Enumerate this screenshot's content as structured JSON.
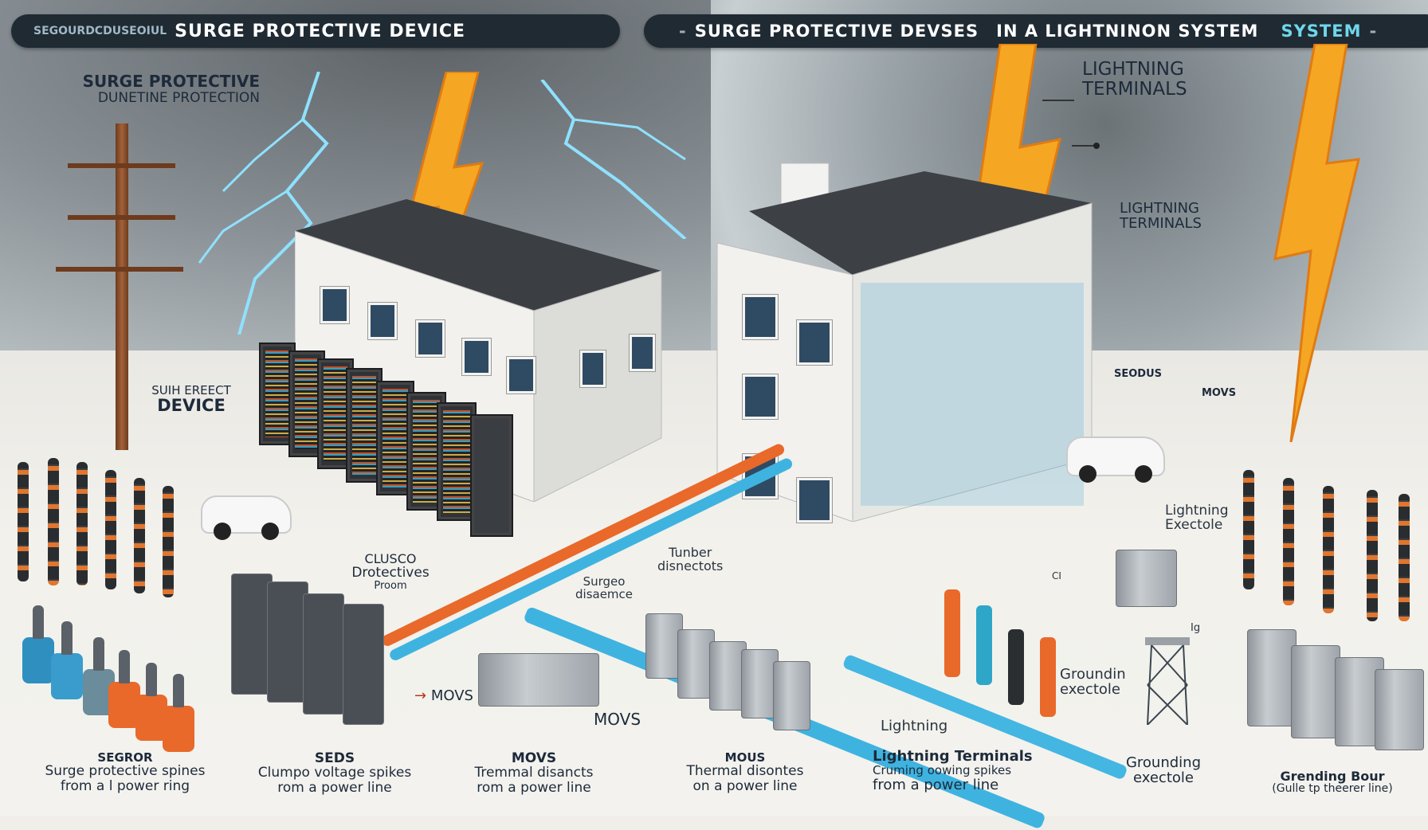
{
  "header": {
    "left_banner": {
      "prefix": "SEGOURDCDUSEOIUL",
      "title": "SURGE PROTECTIVE DEVICE"
    },
    "right_banner": {
      "lead_dash": "-",
      "title": "SURGE PROTECTIVE DEVSES",
      "subtitle": "IN A LIGHTNINON SYSTEM",
      "accent": "SYSTEM",
      "trail_dash": "-"
    }
  },
  "labels": {
    "top_left": {
      "line1": "SURGE PROTECTIVE",
      "line2": "DUNETINE PROTECTION"
    },
    "top_right_terminals": {
      "line1": "LIGHTNING",
      "line2": "TERMINALS"
    },
    "right_terminal": {
      "line1": "LIGHTNING",
      "line2": "TERMINALS"
    },
    "left_device": {
      "line1": "SUIH EREECT",
      "line2": "DEVICE"
    },
    "building_right_seodus": "SEODUS",
    "building_right_movs": "MOVS",
    "mid_left_surge": {
      "line1": "CLUSCO",
      "line2": "Drotectives",
      "line3": "Proom"
    },
    "mid_surges": {
      "line1": "Surgeo",
      "line2": "disaemce"
    },
    "mid_turber": {
      "line1": "Tunber",
      "line2": "disnectots"
    },
    "right_lightning_exectole": {
      "line1": "Lightning",
      "line2": "Exectole"
    },
    "right_small_1": "CI",
    "right_small_2": "Ig",
    "movs_arrow_1": "MOVS",
    "movs_2": "MOVS",
    "lightning_small": "Lightning",
    "grounding_mid": {
      "line1": "Groundin",
      "line2": "exectole"
    }
  },
  "bottom_captions": [
    {
      "title": "SEGROR",
      "line1": "Surge protective spines",
      "line2": "from a l power ring"
    },
    {
      "title": "SEDS",
      "line1": "Clumpo voltage spikes",
      "line2": "rom a power line"
    },
    {
      "title": "MOVS",
      "line1": "Tremmal disancts",
      "line2": "rom a power line"
    },
    {
      "title": "MOUS",
      "line1": "Thermal disontes",
      "line2": "on a power line"
    },
    {
      "title": "Lightning Terminals",
      "line1": "Cruming oowing spikes",
      "line2": "from a power line"
    },
    {
      "title": "Grounding",
      "line1": "exectole",
      "line2": ""
    },
    {
      "title": "Grending Bour",
      "line1": "(Gulle tp theerer line)",
      "line2": ""
    }
  ],
  "icons": [
    "lightning-bolt-icon",
    "utility-pole-icon",
    "building-icon",
    "server-rack-icon",
    "surge-arrester-icon",
    "spd-module-icon",
    "car-icon",
    "lattice-tower-icon",
    "cable-icon"
  ],
  "colors": {
    "banner_bg": "#1f2a33",
    "banner_accent": "#6fd6ea",
    "bolt_orange": "#f5a623",
    "bolt_blue": "#7fd8f5",
    "cable_blue": "#3fb3e0",
    "cable_orange": "#e8692a",
    "label_text": "#1d2a3a"
  }
}
